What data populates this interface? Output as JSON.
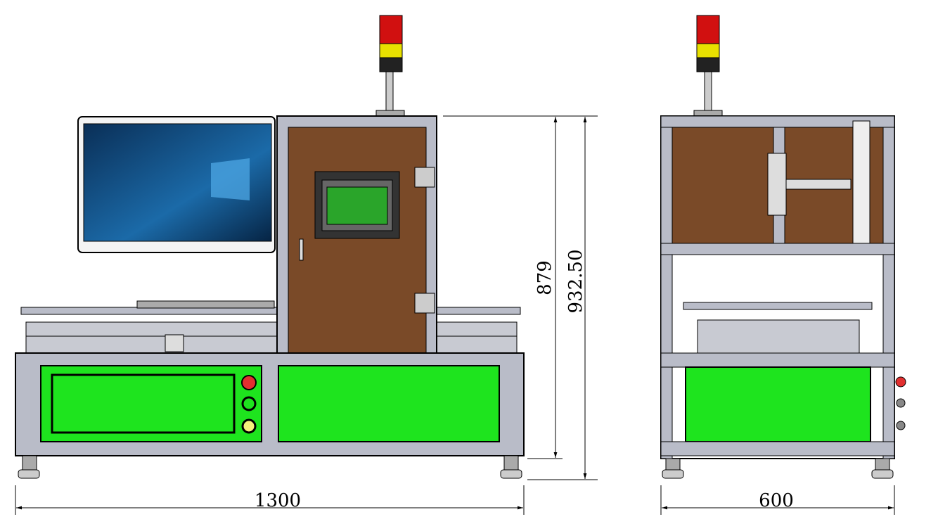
{
  "dimensions": {
    "front_width": "1300",
    "side_width": "600",
    "frame_height": "879",
    "total_height": "932.50"
  },
  "colors": {
    "green_panel": "#1ee41e",
    "hmi_green": "#2aa52a",
    "brown_panel": "#7a4a28",
    "frame_gray": "#b9bcc8",
    "light_red": "#d11010",
    "light_yellow": "#e8e000",
    "monitor_screen": "#0d4a7a"
  }
}
